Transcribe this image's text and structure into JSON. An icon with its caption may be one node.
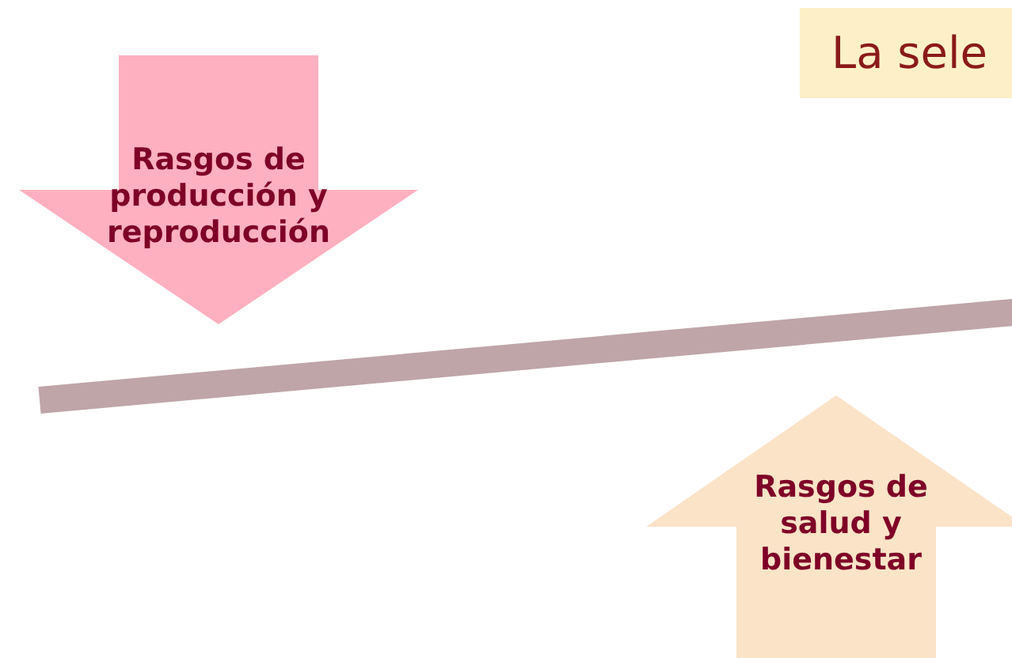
{
  "diagram": {
    "title": "La sele",
    "nodes": [
      {
        "text": [
          "Rasgos de producción y reproducción"
        ]
      },
      {
        "text": [
          "Rasgos de salud y bienestar"
        ]
      }
    ]
  }
}
